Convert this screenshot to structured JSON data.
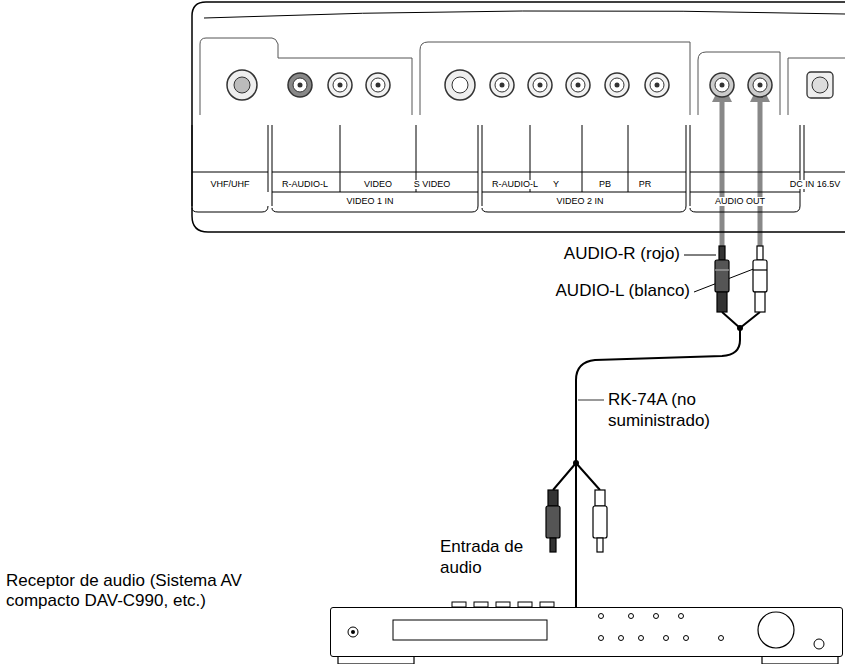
{
  "diagram": {
    "nodes": [
      {
        "text": [
          "VHF/UHF",
          "R-AUDIO-L",
          "VIDEO",
          "S VIDEO",
          "VIDEO 1 IN",
          "R-AUDIO-L",
          "Y",
          "PB",
          "PR",
          "VIDEO 2 IN",
          "AUDIO OUT",
          "DC IN 16.5V"
        ]
      },
      {
        "text": [
          "Receptor de audio (Sistema AV compacto DAV-C990, etc.)"
        ]
      }
    ],
    "edges": [
      {
        "from": 1,
        "to": 0,
        "arrow": "to",
        "label": "RK-74A (no suministrado)"
      }
    ],
    "labels": [
      "AUDIO-R (rojo)",
      "AUDIO-L (blanco)",
      "Entrada de audio"
    ]
  }
}
